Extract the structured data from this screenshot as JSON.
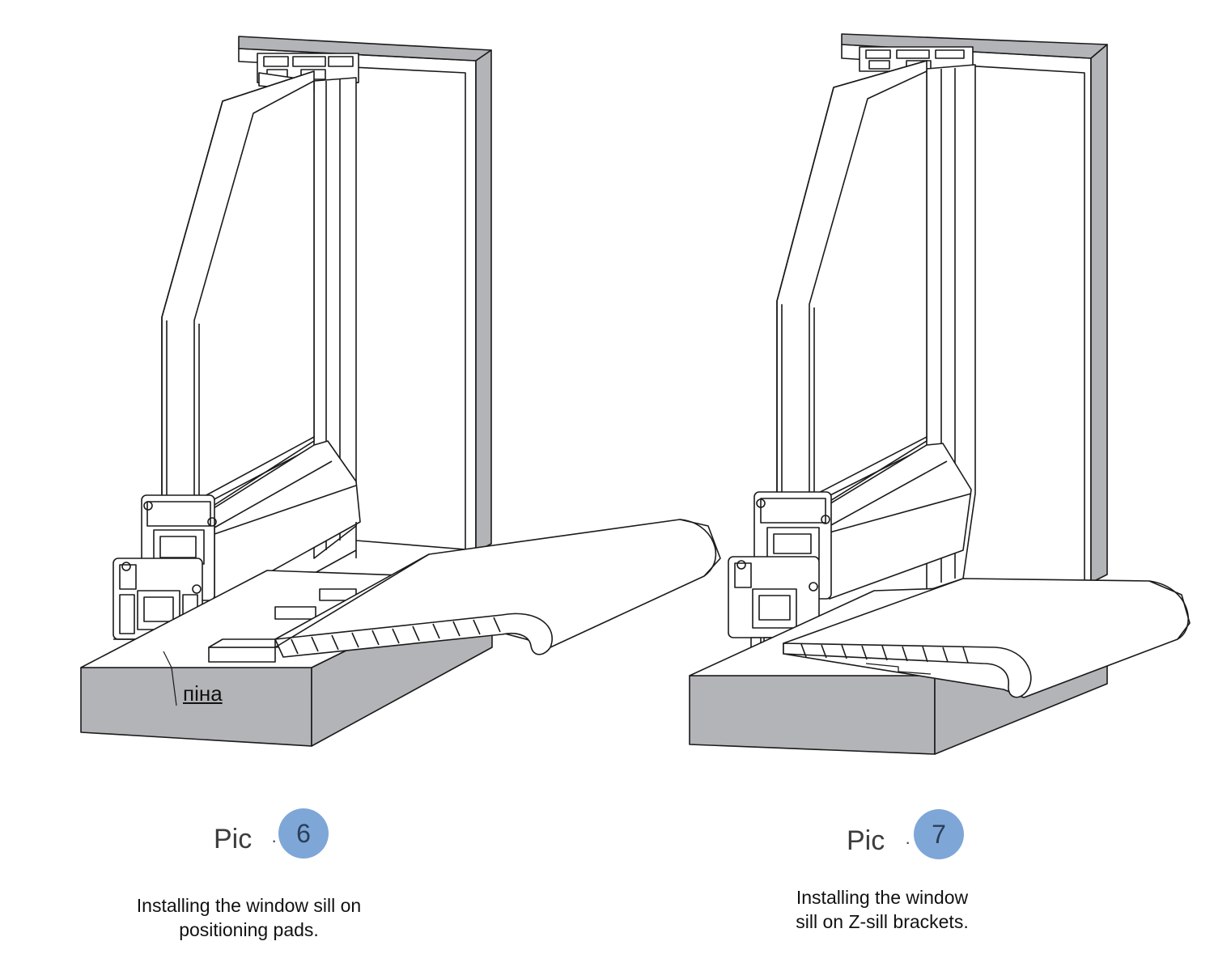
{
  "figures": [
    {
      "pic_word": "Pic",
      "number": "6",
      "caption_lines": [
        "Installing the window sill on",
        "positioning pads."
      ],
      "callout": "піна"
    },
    {
      "pic_word": "Pic",
      "number": "7",
      "caption_lines": [
        "Installing the window",
        "sill on Z-sill brackets."
      ]
    }
  ],
  "colors": {
    "wall": "#b3b4b7",
    "outline": "#1a1a1a",
    "badge": "#7ea7d8",
    "profile_fill": "#ffffff"
  }
}
